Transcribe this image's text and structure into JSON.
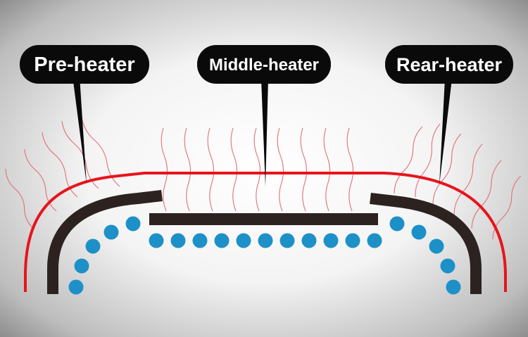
{
  "labels": {
    "pre": "Pre-heater",
    "middle": "Middle-heater",
    "rear": "Rear-heater"
  },
  "colors": {
    "background_center": "#ffffff",
    "background_edge": "#7a7a7a",
    "label_fill": "#0a0a0a",
    "label_text": "#ffffff",
    "outer_line": "#e8141c",
    "heat_wave": "#e0707a",
    "heater_plate": "#2c2220",
    "dot": "#1e90c8"
  },
  "icons": {
    "heat_waves": "wavy-heat-lines",
    "dots": "circle-dots"
  }
}
